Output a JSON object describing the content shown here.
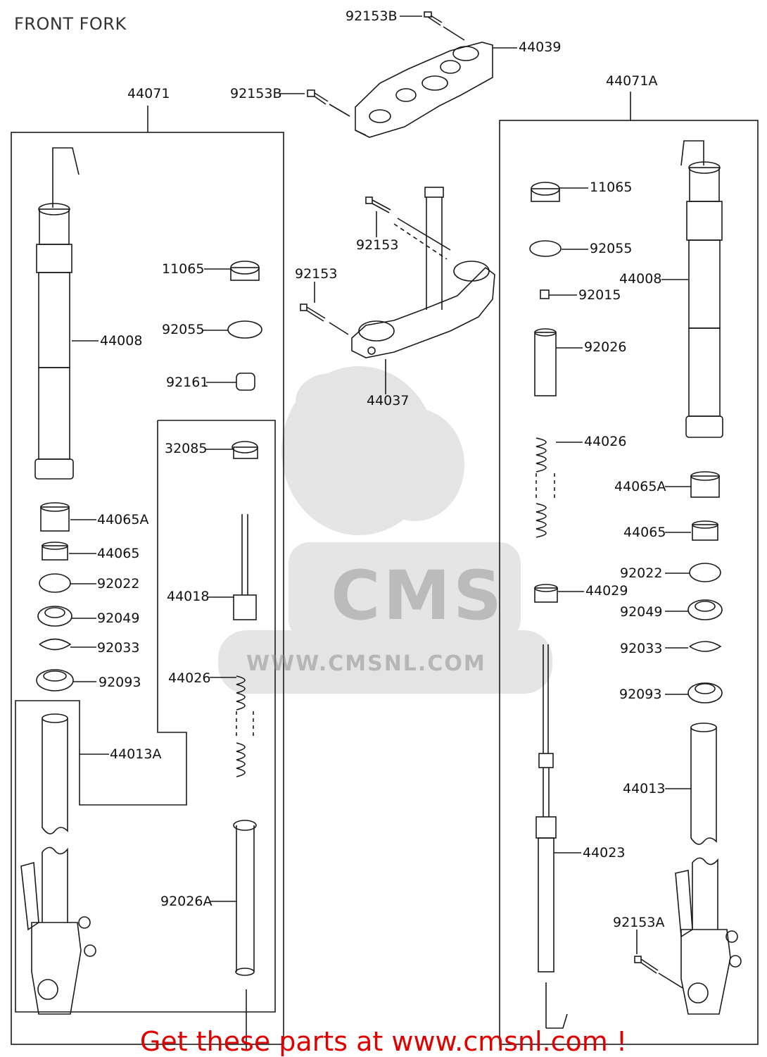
{
  "title": "FRONT FORK",
  "footer": "Get these parts at www.cmsnl.com !",
  "watermark": {
    "logo": "CMS",
    "url": "WWW.CMSNL.COM"
  },
  "colors": {
    "line": "#1a1a1a",
    "footer": "#e00000",
    "watermark": "#8a8a8a"
  },
  "labels": {
    "p92153B_top": "92153B",
    "p44039": "44039",
    "p44071": "44071",
    "p92153B_mid": "92153B",
    "p44071A": "44071A",
    "p11065_r": "11065",
    "p92153_a": "92153",
    "p92055_r": "92055",
    "p92153_b": "92153",
    "p11065_l": "11065",
    "p44008_r": "44008",
    "p92015": "92015",
    "p92055_l": "92055",
    "p44008_l": "44008",
    "p92026": "92026",
    "p92161": "92161",
    "p44037": "44037",
    "p32085": "32085",
    "p44026_r": "44026",
    "p44065A_r": "44065A",
    "p44065A_l": "44065A",
    "p44065_r": "44065",
    "p44065_l": "44065",
    "p92022_r": "92022",
    "p92022_l": "92022",
    "p44029": "44029",
    "p44018": "44018",
    "p92049_r": "92049",
    "p92049_l": "92049",
    "p92033_r": "92033",
    "p92033_l": "92033",
    "p44026_l": "44026",
    "p92093_l": "92093",
    "p92093_r": "92093",
    "p44013A": "44013A",
    "p44013": "44013",
    "p44023": "44023",
    "p92026A": "92026A",
    "p92153A": "92153A"
  }
}
